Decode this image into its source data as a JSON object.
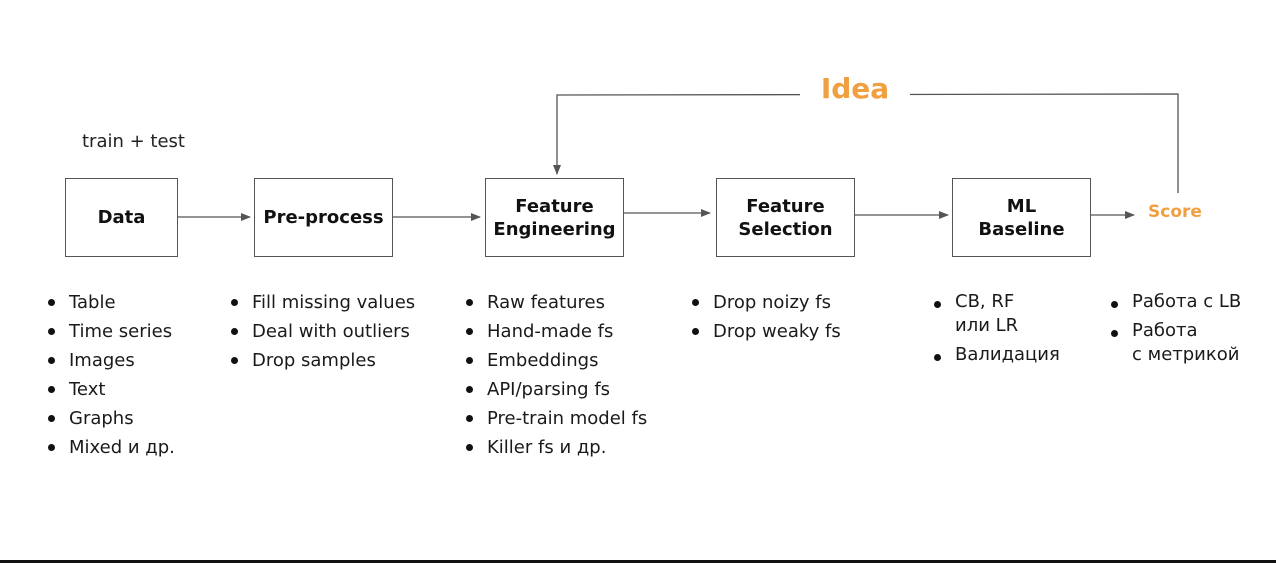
{
  "note": "train + test",
  "idea": "Idea",
  "score": "Score",
  "accent_color": "#f0a040",
  "boxes": {
    "data": "Data",
    "preprocess": "Pre-process",
    "feature_engineering": "Feature\nEngineering",
    "feature_selection": "Feature\nSelection",
    "ml_baseline": "ML\nBaseline"
  },
  "lists": {
    "data": [
      "Table",
      "Time series",
      "Images",
      "Text",
      "Graphs",
      "Mixed и др."
    ],
    "preprocess": [
      "Fill missing values",
      "Deal with outliers",
      "Drop samples"
    ],
    "feature_engineering": [
      "Raw features",
      "Hand-made fs",
      "Embeddings",
      "API/parsing fs",
      "Pre-train model fs",
      "Killer fs и др."
    ],
    "feature_selection": [
      "Drop noizy fs",
      "Drop weaky fs"
    ],
    "ml_baseline": [
      "CB, RF\nили LR",
      "Валидация"
    ],
    "score": [
      "Работа с LB",
      "Работа\nс метрикой"
    ]
  }
}
